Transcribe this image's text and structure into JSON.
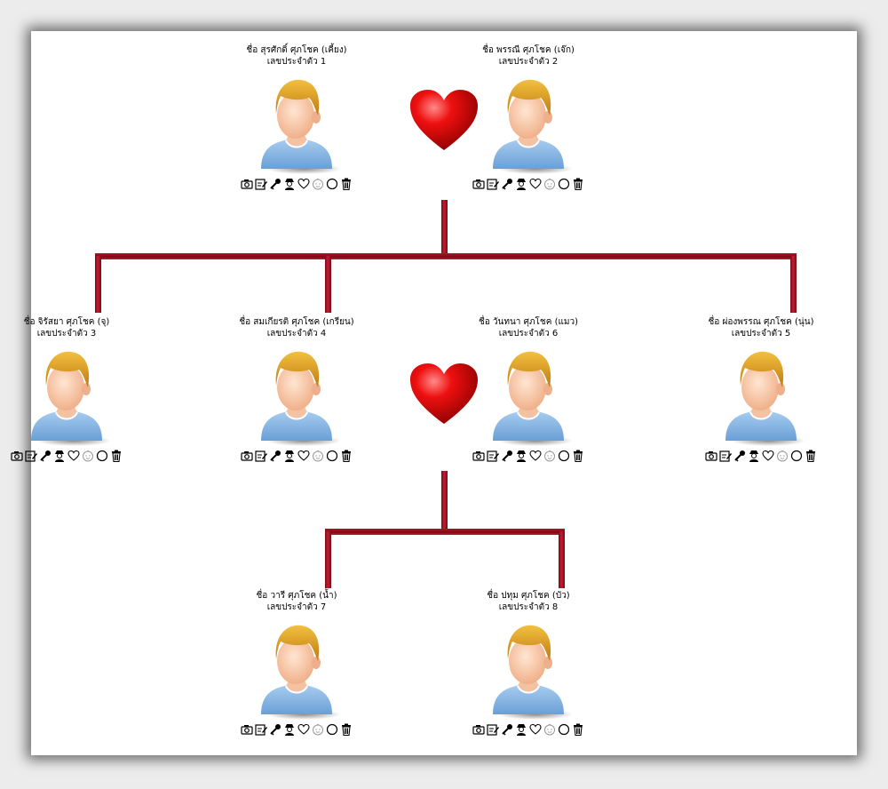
{
  "people": [
    {
      "name": "ชื่อ สุรศักดิ์ ศุภโชค (เคี้ยง)",
      "id_label": "เลขประจำตัว 1"
    },
    {
      "name": "ชื่อ พรรณี ศุภโชค (เจ๊ก)",
      "id_label": "เลขประจำตัว 2"
    },
    {
      "name": "ชื่อ จิรัสยา ศุภโชค (จุ)",
      "id_label": "เลขประจำตัว 3"
    },
    {
      "name": "ชื่อ สมเกียรติ ศุภโชค (เกรียน)",
      "id_label": "เลขประจำตัว 4"
    },
    {
      "name": "ชื่อ วันทนา ศุภโชค (แมว)",
      "id_label": "เลขประจำตัว 6"
    },
    {
      "name": "ชื่อ ผ่องพรรณ ศุภโชค (นุ่น)",
      "id_label": "เลขประจำตัว 5"
    },
    {
      "name": "ชื่อ วารี ศุภโชค (น้ำ)",
      "id_label": "เลขประจำตัว 7"
    },
    {
      "name": "ชื่อ ปทุม ศุภโชค (บัว)",
      "id_label": "เลขประจำตัว 8"
    }
  ],
  "toolbar_icons": [
    "camera-icon",
    "edit-note-icon",
    "key-icon",
    "spy-icon",
    "heart-outline-icon",
    "baby-face-icon",
    "circle-icon",
    "trash-icon"
  ],
  "colors": {
    "tree_line": "#a3142a",
    "heart": "#e00000",
    "background": "#ffffff"
  }
}
